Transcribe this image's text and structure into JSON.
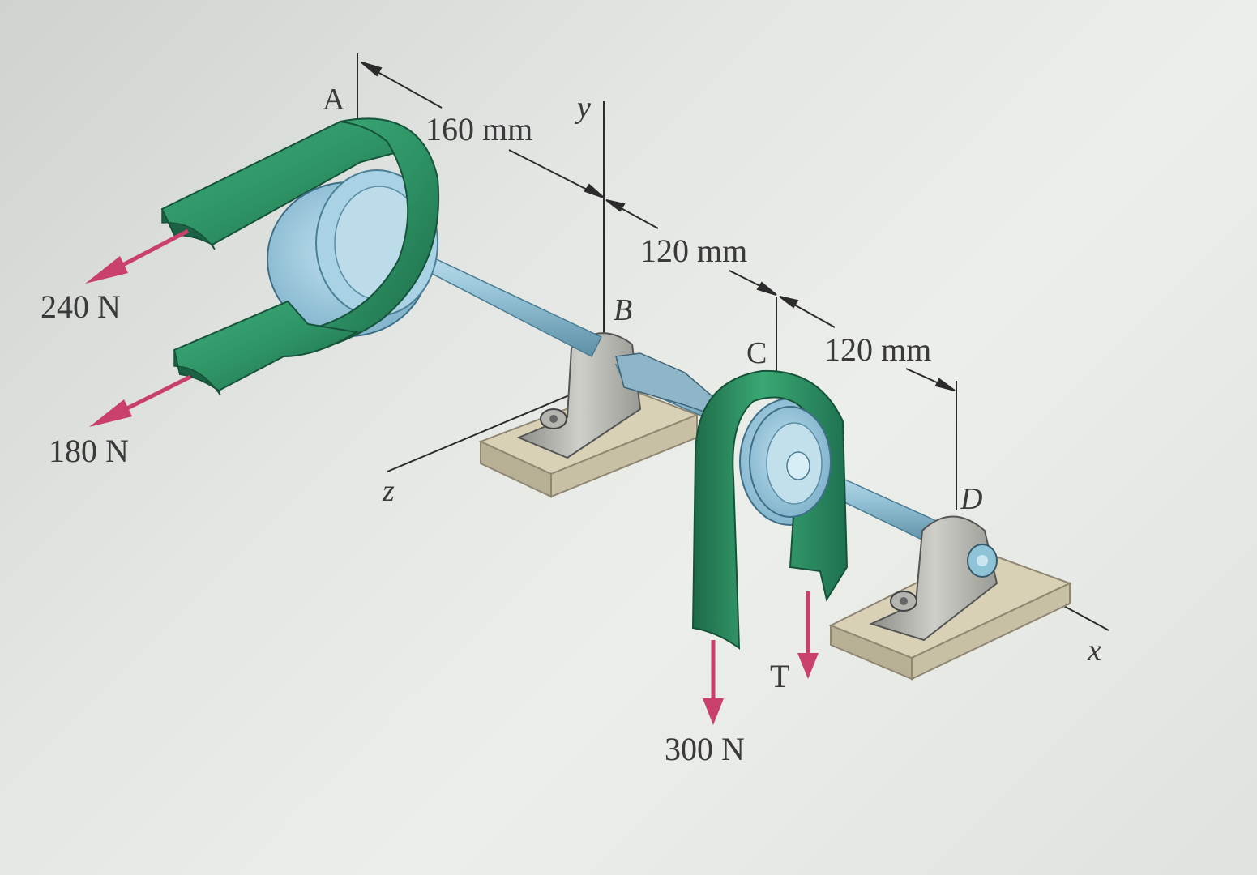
{
  "labels": {
    "point_a": "A",
    "point_b": "B",
    "point_c": "C",
    "point_d": "D",
    "axis_x": "x",
    "axis_y": "y",
    "axis_z": "z"
  },
  "dimensions": {
    "a_to_b": "160 mm",
    "b_to_c": "120 mm",
    "c_to_d": "120 mm"
  },
  "forces": {
    "upper_belt_a": "240 N",
    "lower_belt_a": "180 N",
    "front_belt_c": "300 N",
    "rear_belt_c": "T"
  },
  "colors": {
    "belt": "#2e9466",
    "belt_dark": "#1d6a48",
    "pulley": "#9cc8de",
    "shaft": "#9dc9dc",
    "bearing": "#b7b7b2",
    "base": "#d8d0b4",
    "force_arrow": "#c9406a"
  }
}
